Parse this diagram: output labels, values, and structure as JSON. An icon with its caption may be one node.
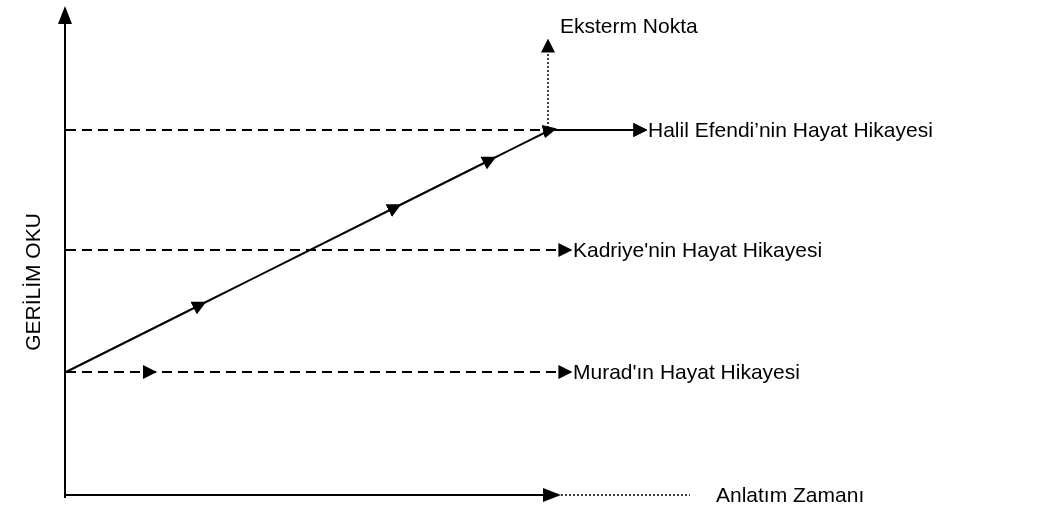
{
  "diagram": {
    "nodes": [
      {
        "text": [
          "Eksterm Nokta"
        ]
      },
      {
        "text": [
          "Halil Efendi’nin Hayat Hikayesi"
        ]
      },
      {
        "text": [
          "Kadriye'nin Hayat Hikayesi"
        ]
      },
      {
        "text": [
          "Murad'ın Hayat Hikayesi"
        ]
      }
    ],
    "edges": [
      {
        "from": null,
        "to": 0,
        "arrow": "to",
        "style": "dashed"
      },
      {
        "from": null,
        "to": 1,
        "arrow": "to",
        "style": "dashed"
      },
      {
        "from": null,
        "to": 2,
        "arrow": "to",
        "style": "dashed"
      },
      {
        "from": null,
        "to": 3,
        "arrow": "to",
        "style": "dashed"
      },
      {
        "from": null,
        "to": 1,
        "arrow": "to"
      }
    ],
    "labels": [
      "GERİLİM OKU",
      "Anlatım Zamanı"
    ]
  }
}
